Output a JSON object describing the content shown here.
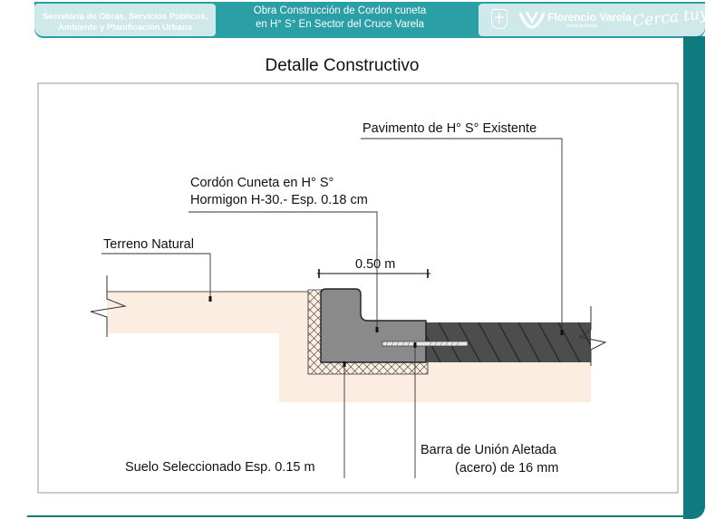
{
  "header": {
    "department_line1": "Secretaría de Obras, Servicios Públicos,",
    "department_line2": "Ambiente y Planificación Urbana",
    "project_line1": "Obra Construcción de Cordon cuneta",
    "project_line2": "en H° S° En Sector del Cruce Varela",
    "brand_name": "Florencio Varela",
    "brand_sub": "Municipalidad",
    "slogan": "Cerca tuyo",
    "crest_icon": "municipal-crest-icon",
    "brand_icon": "florencio-varela-logo-icon"
  },
  "title": "Detalle Constructivo",
  "labels": {
    "pavement": "Pavimento de H° S° Existente",
    "curb_line1": "Cordón Cuneta en H° S°",
    "curb_line2": "Hormigon H-30.- Esp. 0.18 cm",
    "natural_ground": "Terreno Natural",
    "dimension": "0.50 m",
    "selected_soil": "Suelo Seleccionado Esp. 0.15 m",
    "bar_line1": "Barra de Unión Aletada",
    "bar_line2": "(acero) de 16  mm"
  },
  "colors": {
    "teal": "#2aa0a6",
    "teal_dark": "#0f7b7f",
    "teal_light": "#cfe9ea",
    "soil": "#fbeee0",
    "concrete": "#8a8a8a",
    "pavement": "#4d4d4d"
  }
}
